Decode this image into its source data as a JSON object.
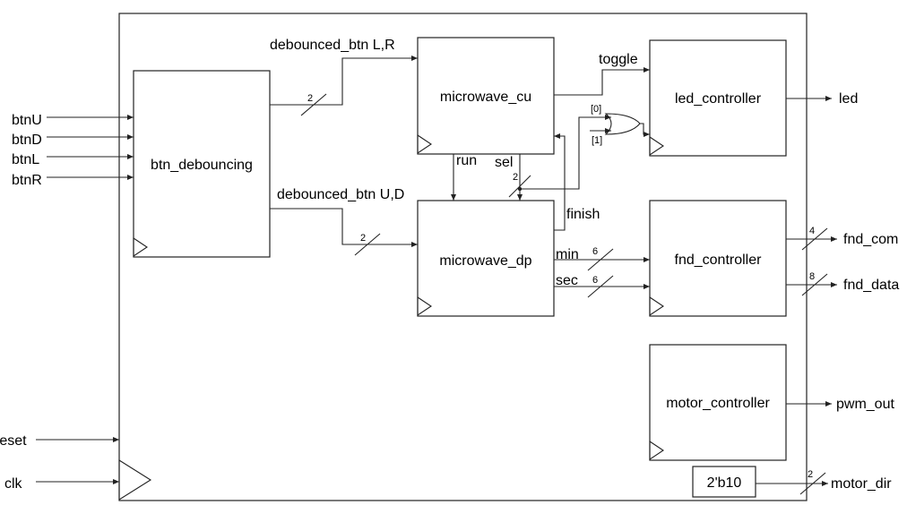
{
  "inputs": {
    "btnU": "btnU",
    "btnD": "btnD",
    "btnL": "btnL",
    "btnR": "btnR",
    "reset": "reset",
    "clk": "clk"
  },
  "outputs": {
    "led": "led",
    "fnd_com": "fnd_com",
    "fnd_data": "fnd_data",
    "pwm_out": "pwm_out",
    "motor_dir": "motor_dir"
  },
  "blocks": {
    "btn_debouncing": "btn_debouncing",
    "microwave_cu": "microwave_cu",
    "microwave_dp": "microwave_dp",
    "led_controller": "led_controller",
    "fnd_controller": "fnd_controller",
    "motor_controller": "motor_controller",
    "const_2b10": "2'b10"
  },
  "signals": {
    "debounced_lr": "debounced_btn L,R",
    "debounced_ud": "debounced_btn U,D",
    "toggle": "toggle",
    "run": "run",
    "sel": "sel",
    "finish": "finish",
    "min": "min",
    "sec": "sec",
    "or_in0": "[0]",
    "or_in1": "[1]"
  },
  "bus_widths": {
    "lr": "2",
    "ud": "2",
    "sel": "2",
    "min": "6",
    "sec": "6",
    "fnd_com": "4",
    "fnd_data": "8",
    "motor_dir": "2"
  },
  "icons": {
    "arrowhead": "arrow-icon",
    "clock": "clock-triangle-icon",
    "or_gate": "or-gate-icon"
  }
}
